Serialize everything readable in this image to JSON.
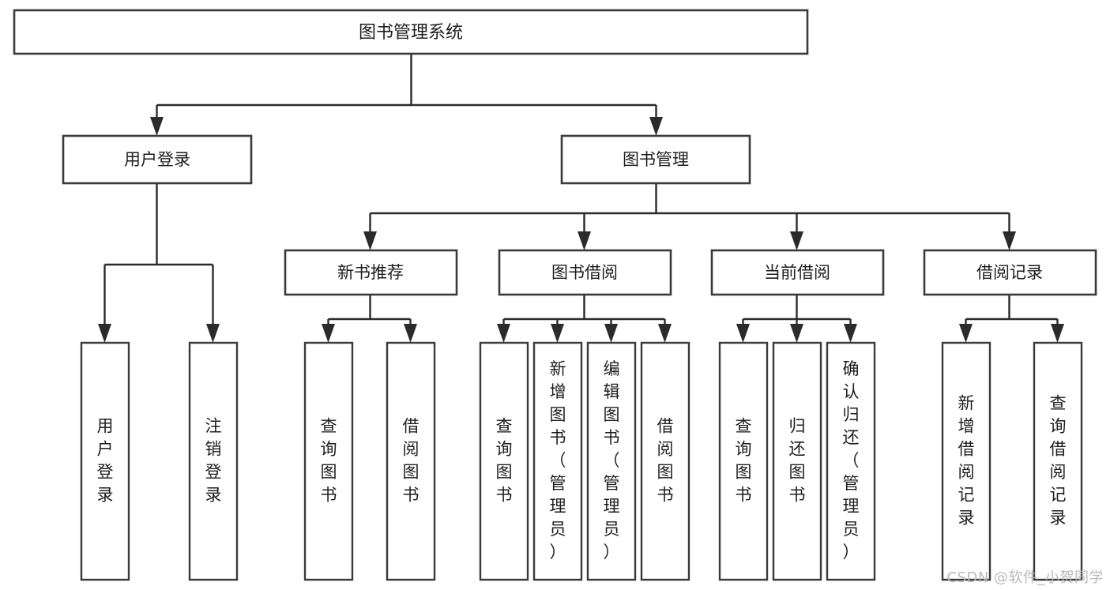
{
  "diagram": {
    "type": "tree-hierarchy",
    "title": "图书管理系统",
    "watermark": "CSDN @软件_小贺同学",
    "colors": {
      "background": "#ffffff",
      "box_stroke": "#3a3a3a",
      "connector": "#2b2b2b",
      "text": "#1d1d1d",
      "watermark": "#b9b9b9"
    },
    "root": {
      "label": "图书管理系统",
      "orientation": "horizontal"
    },
    "level2": [
      {
        "id": "user-login",
        "label": "用户登录",
        "orientation": "horizontal"
      },
      {
        "id": "book-manage",
        "label": "图书管理",
        "orientation": "horizontal"
      }
    ],
    "level3": [
      {
        "id": "new-book-recommend",
        "label": "新书推荐",
        "parent": "book-manage",
        "orientation": "horizontal"
      },
      {
        "id": "book-borrow",
        "label": "图书借阅",
        "parent": "book-manage",
        "orientation": "horizontal"
      },
      {
        "id": "current-borrow",
        "label": "当前借阅",
        "parent": "book-manage",
        "orientation": "horizontal"
      },
      {
        "id": "borrow-record",
        "label": "借阅记录",
        "parent": "book-manage",
        "orientation": "horizontal"
      }
    ],
    "leaves": [
      {
        "id": "leaf-user-login",
        "label": "用户登录",
        "parent": "user-login",
        "orientation": "vertical"
      },
      {
        "id": "leaf-logout-login",
        "label": "注销登录",
        "parent": "user-login",
        "orientation": "vertical"
      },
      {
        "id": "leaf-query-book-1",
        "label": "查询图书",
        "parent": "new-book-recommend",
        "orientation": "vertical"
      },
      {
        "id": "leaf-borrow-book-1",
        "label": "借阅图书",
        "parent": "new-book-recommend",
        "orientation": "vertical"
      },
      {
        "id": "leaf-query-book-2",
        "label": "查询图书",
        "parent": "book-borrow",
        "orientation": "vertical"
      },
      {
        "id": "leaf-add-book",
        "label": "新增图书（管理员）",
        "parent": "book-borrow",
        "orientation": "vertical"
      },
      {
        "id": "leaf-edit-book",
        "label": "编辑图书（管理员）",
        "parent": "book-borrow",
        "orientation": "vertical"
      },
      {
        "id": "leaf-borrow-book-2",
        "label": "借阅图书",
        "parent": "book-borrow",
        "orientation": "vertical"
      },
      {
        "id": "leaf-query-book-3",
        "label": "查询图书",
        "parent": "current-borrow",
        "orientation": "vertical"
      },
      {
        "id": "leaf-return-book",
        "label": "归还图书",
        "parent": "current-borrow",
        "orientation": "vertical"
      },
      {
        "id": "leaf-confirm-return",
        "label": "确认归还（管理员）",
        "parent": "current-borrow",
        "orientation": "vertical"
      },
      {
        "id": "leaf-add-record",
        "label": "新增借阅记录",
        "parent": "borrow-record",
        "orientation": "vertical"
      },
      {
        "id": "leaf-query-record",
        "label": "查询借阅记录",
        "parent": "borrow-record",
        "orientation": "vertical"
      }
    ]
  }
}
